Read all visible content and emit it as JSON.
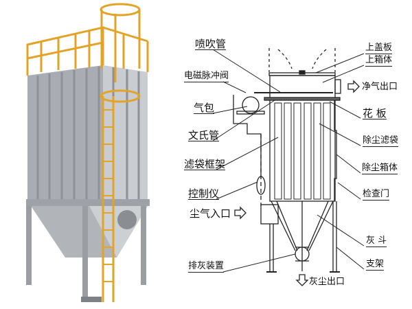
{
  "left_labels": {
    "blow_pipe": "喷吹管",
    "solenoid_valve": "电磁脉冲阀",
    "air_bag": "气包",
    "venturi": "文氏管",
    "bag_cage": "滤袋框架",
    "controller": "控制仪",
    "dust_inlet": "尘气入口",
    "ash_discharge": "排灰装置"
  },
  "right_labels": {
    "top_cover": "上盖板",
    "upper_box": "上箱体",
    "clean_outlet": "净气出口",
    "tube_sheet": "花 板",
    "filter_bag": "除尘滤袋",
    "dust_box": "除尘箱体",
    "inspection_door": "检查门",
    "hopper": "灰 斗",
    "support": "支架",
    "dust_outlet": "灰尘出口"
  },
  "colors": {
    "ladder": "#e3a326",
    "steel": "#b8bcc2"
  }
}
